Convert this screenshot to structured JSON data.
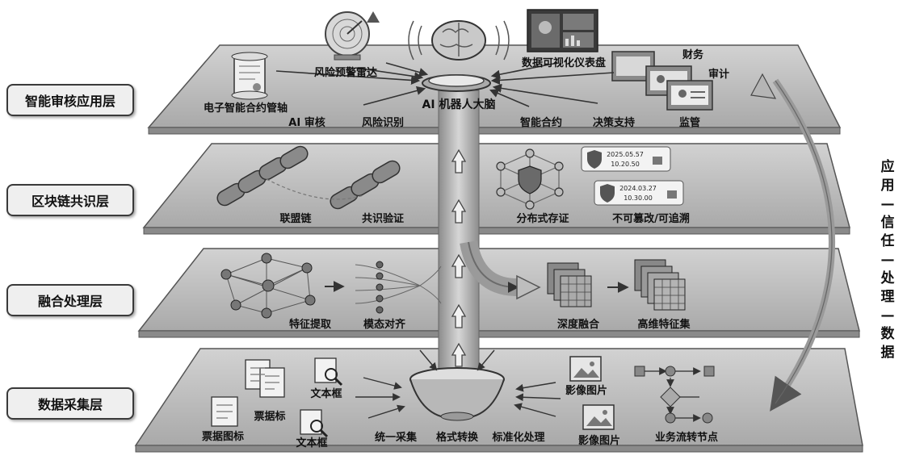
{
  "layers": {
    "app": "智能审核应用层",
    "chain": "区块链共识层",
    "fusion": "融合处理层",
    "collect": "数据采集层"
  },
  "app_layer": {
    "radar": "风险预警雷达",
    "dashboard": "数据可视化仪表盘",
    "contract_mgmt": "电子智能合约管轴",
    "brain": "AI 机器人大脑",
    "ai_review": "AI 审核",
    "risk_identify": "风险识别",
    "smart_contract": "智能合约",
    "decision": "决策支持",
    "finance": "财务",
    "audit": "审计",
    "supervision": "监管"
  },
  "chain_layer": {
    "alliance": "联盟链",
    "consensus": "共识验证",
    "distributed": "分布式存证",
    "immutable": "不可篡改/可追溯",
    "stamp1_date": "2025.05.57",
    "stamp1_time": "10.20.50",
    "stamp2_date": "2024.03.27",
    "stamp2_time": "10.30.00"
  },
  "fusion_layer": {
    "feature": "特征提取",
    "align": "模态对齐",
    "deep": "深度融合",
    "hd": "高维特征集"
  },
  "collect_layer": {
    "bill_icon": "票据图标",
    "bill": "票据标",
    "text_box1": "文本框",
    "text_box2": "文本框",
    "unified": "统一采集",
    "convert": "格式转换",
    "standard": "标准化处理",
    "image1": "影像图片",
    "image2": "影像图片",
    "flow_node": "业务流转节点"
  },
  "side": {
    "flow": "应用—信任—处理—数据"
  }
}
